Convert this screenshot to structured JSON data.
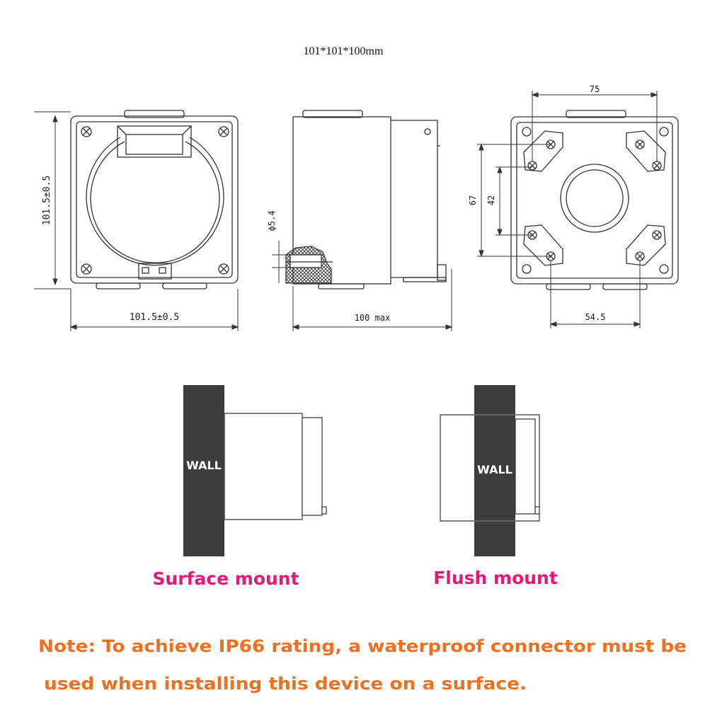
{
  "header": {
    "dimensions": "101*101*100mm"
  },
  "drawing": {
    "front_width": "101.5±0.5",
    "front_height": "101.5±0.5",
    "side_depth": "100 max",
    "hole_diameter": "ϕ5.4",
    "rear_top_spacing": "75",
    "rear_bottom_spacing": "54.5",
    "rear_outer_height": "67",
    "rear_inner_height": "42"
  },
  "mounting": {
    "surface": {
      "wall_label": "WALL",
      "caption": "Surface mount"
    },
    "flush": {
      "wall_label": "WALL",
      "caption": "Flush mount"
    }
  },
  "note": {
    "line1": "Note: To achieve IP66 rating, a waterproof connector must be",
    "line2": "used when installing this device on a surface."
  },
  "colors": {
    "caption": "#e8187a",
    "note": "#f07020",
    "wall": "#3d3d3d",
    "line": "#333333"
  }
}
